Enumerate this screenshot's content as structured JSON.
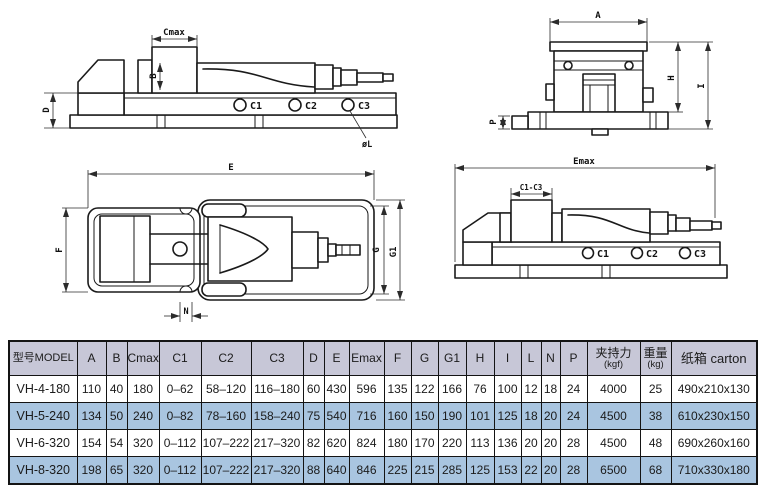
{
  "colors": {
    "background": "#ffffff",
    "table_header_bg": "#c7c7d7",
    "table_alt_row_bg": "#a9c5e0",
    "table_border": "#141414",
    "line": "#1a1a1a"
  },
  "drawings": {
    "side_closed": {
      "cmax": "Cmax",
      "b": "B",
      "d": "D",
      "c1": "C1",
      "c2": "C2",
      "c3": "C3",
      "ol": "øL"
    },
    "front": {
      "a": "A",
      "h": "H",
      "i": "I",
      "p": "P"
    },
    "top": {
      "e": "E",
      "f": "F",
      "g": "G",
      "g1": "G1",
      "n": "N"
    },
    "side_open": {
      "emax": "Emax",
      "c1c3": "C1-C3",
      "c1": "C1",
      "c2": "C2",
      "c3": "C3"
    }
  },
  "table": {
    "headers": [
      {
        "label": "型号MODEL"
      },
      {
        "label": "A"
      },
      {
        "label": "B"
      },
      {
        "label": "Cmax"
      },
      {
        "label": "C1"
      },
      {
        "label": "C2"
      },
      {
        "label": "C3"
      },
      {
        "label": "D"
      },
      {
        "label": "E"
      },
      {
        "label": "Emax"
      },
      {
        "label": "F"
      },
      {
        "label": "G"
      },
      {
        "label": "G1"
      },
      {
        "label": "H"
      },
      {
        "label": "I"
      },
      {
        "label": "L"
      },
      {
        "label": "N"
      },
      {
        "label": "P"
      },
      {
        "label": "夹持力",
        "sub": "(kgf)"
      },
      {
        "label": "重量",
        "sub": "(kg)"
      },
      {
        "label": "纸箱 carton"
      }
    ],
    "rows": [
      [
        "VH-4-180",
        "110",
        "40",
        "180",
        "0–62",
        "58–120",
        "116–180",
        "60",
        "430",
        "596",
        "135",
        "122",
        "166",
        "76",
        "100",
        "12",
        "18",
        "24",
        "4000",
        "25",
        "490x210x130"
      ],
      [
        "VH-5-240",
        "134",
        "50",
        "240",
        "0–82",
        "78–160",
        "158–240",
        "75",
        "540",
        "716",
        "160",
        "150",
        "190",
        "101",
        "125",
        "18",
        "20",
        "24",
        "4500",
        "38",
        "610x230x150"
      ],
      [
        "VH-6-320",
        "154",
        "54",
        "320",
        "0–112",
        "107–222",
        "217–320",
        "82",
        "620",
        "824",
        "180",
        "170",
        "220",
        "113",
        "136",
        "20",
        "20",
        "28",
        "4500",
        "48",
        "690x260x160"
      ],
      [
        "VH-8-320",
        "198",
        "65",
        "320",
        "0–112",
        "107–222",
        "217–320",
        "88",
        "640",
        "846",
        "225",
        "215",
        "285",
        "125",
        "153",
        "22",
        "20",
        "28",
        "6500",
        "68",
        "710x330x180"
      ]
    ]
  }
}
